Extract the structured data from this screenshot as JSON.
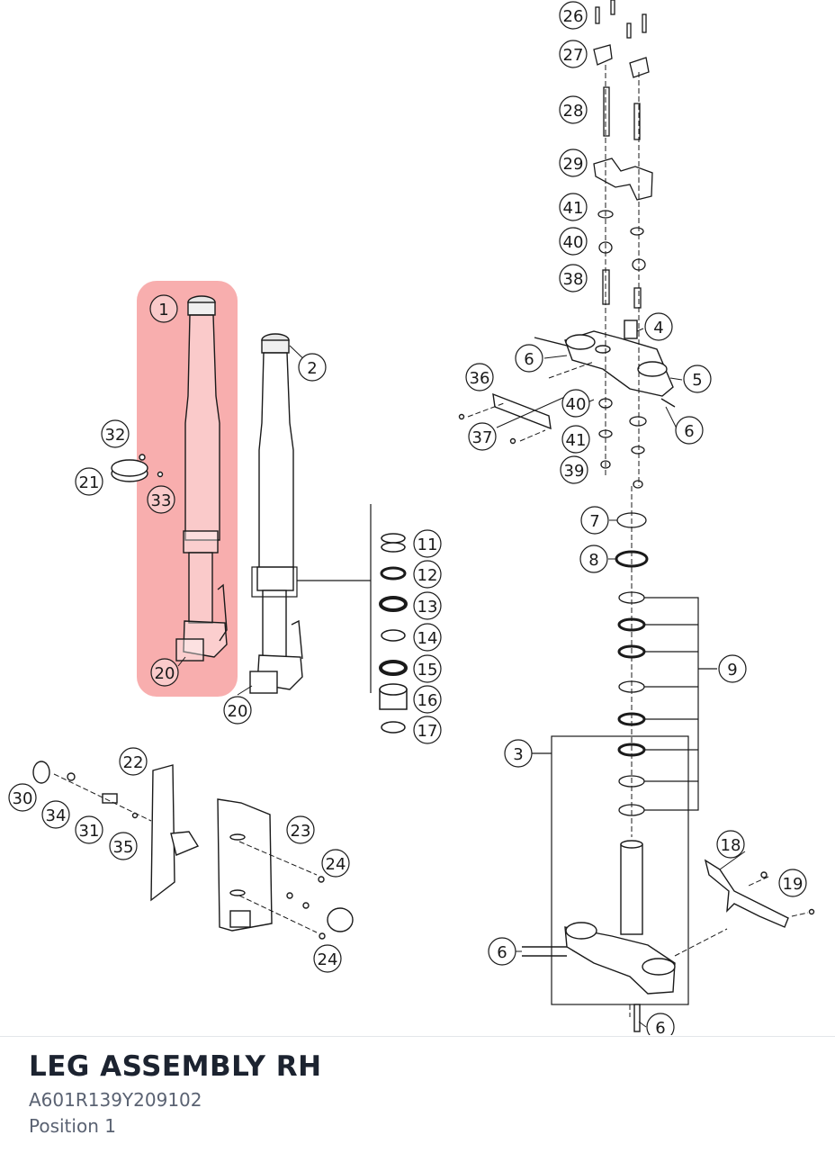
{
  "diagram": {
    "callout_labels": {
      "c1": "1",
      "c2": "2",
      "c3": "3",
      "c4": "4",
      "c5": "5",
      "c6a": "6",
      "c6b": "6",
      "c6c": "6",
      "c6d": "6",
      "c7": "7",
      "c8": "8",
      "c9": "9",
      "c11": "11",
      "c12": "12",
      "c13": "13",
      "c14": "14",
      "c15": "15",
      "c16": "16",
      "c17": "17",
      "c18": "18",
      "c19": "19",
      "c20a": "20",
      "c20b": "20",
      "c21": "21",
      "c22": "22",
      "c23": "23",
      "c24a": "24",
      "c24b": "24",
      "c26": "26",
      "c27": "27",
      "c28": "28",
      "c29": "29",
      "c30": "30",
      "c31": "31",
      "c32": "32",
      "c33": "33",
      "c34": "34",
      "c35": "35",
      "c36": "36",
      "c37": "37",
      "c38": "38",
      "c39": "39",
      "c40a": "40",
      "c40b": "40",
      "c41a": "41",
      "c41b": "41"
    },
    "highlight_color": "#f26b6b",
    "line_color": "#1a1a1a"
  },
  "footer": {
    "title": "LEG ASSEMBLY RH",
    "part_code": "A601R139Y209102",
    "position": "Position 1"
  }
}
